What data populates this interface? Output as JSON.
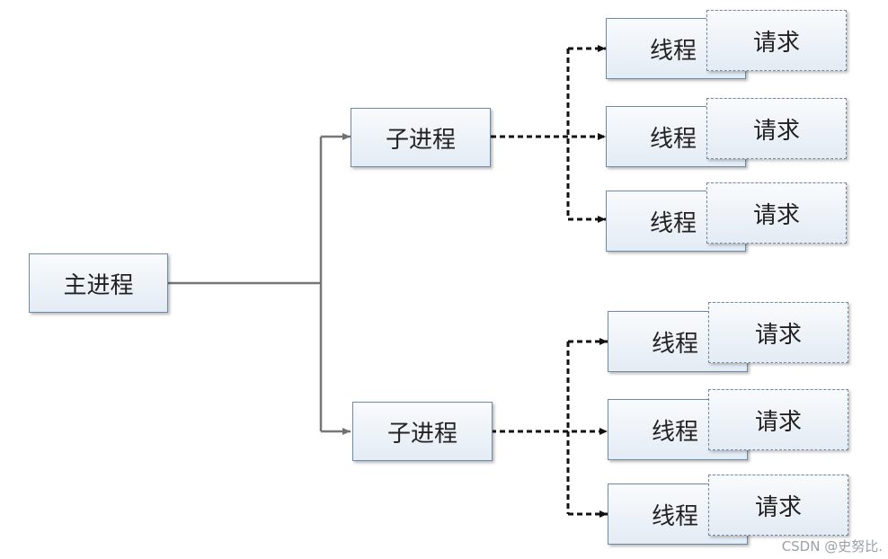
{
  "diagram": {
    "main_process": "主进程",
    "groups": [
      {
        "child_process": "子进程",
        "threads": [
          {
            "thread": "线程",
            "request": "请求"
          },
          {
            "thread": "线程",
            "request": "请求"
          },
          {
            "thread": "线程",
            "request": "请求"
          }
        ]
      },
      {
        "child_process": "子进程",
        "threads": [
          {
            "thread": "线程",
            "request": "请求"
          },
          {
            "thread": "线程",
            "request": "请求"
          },
          {
            "thread": "线程",
            "request": "请求"
          }
        ]
      }
    ]
  },
  "watermark": "CSDN @史努比."
}
